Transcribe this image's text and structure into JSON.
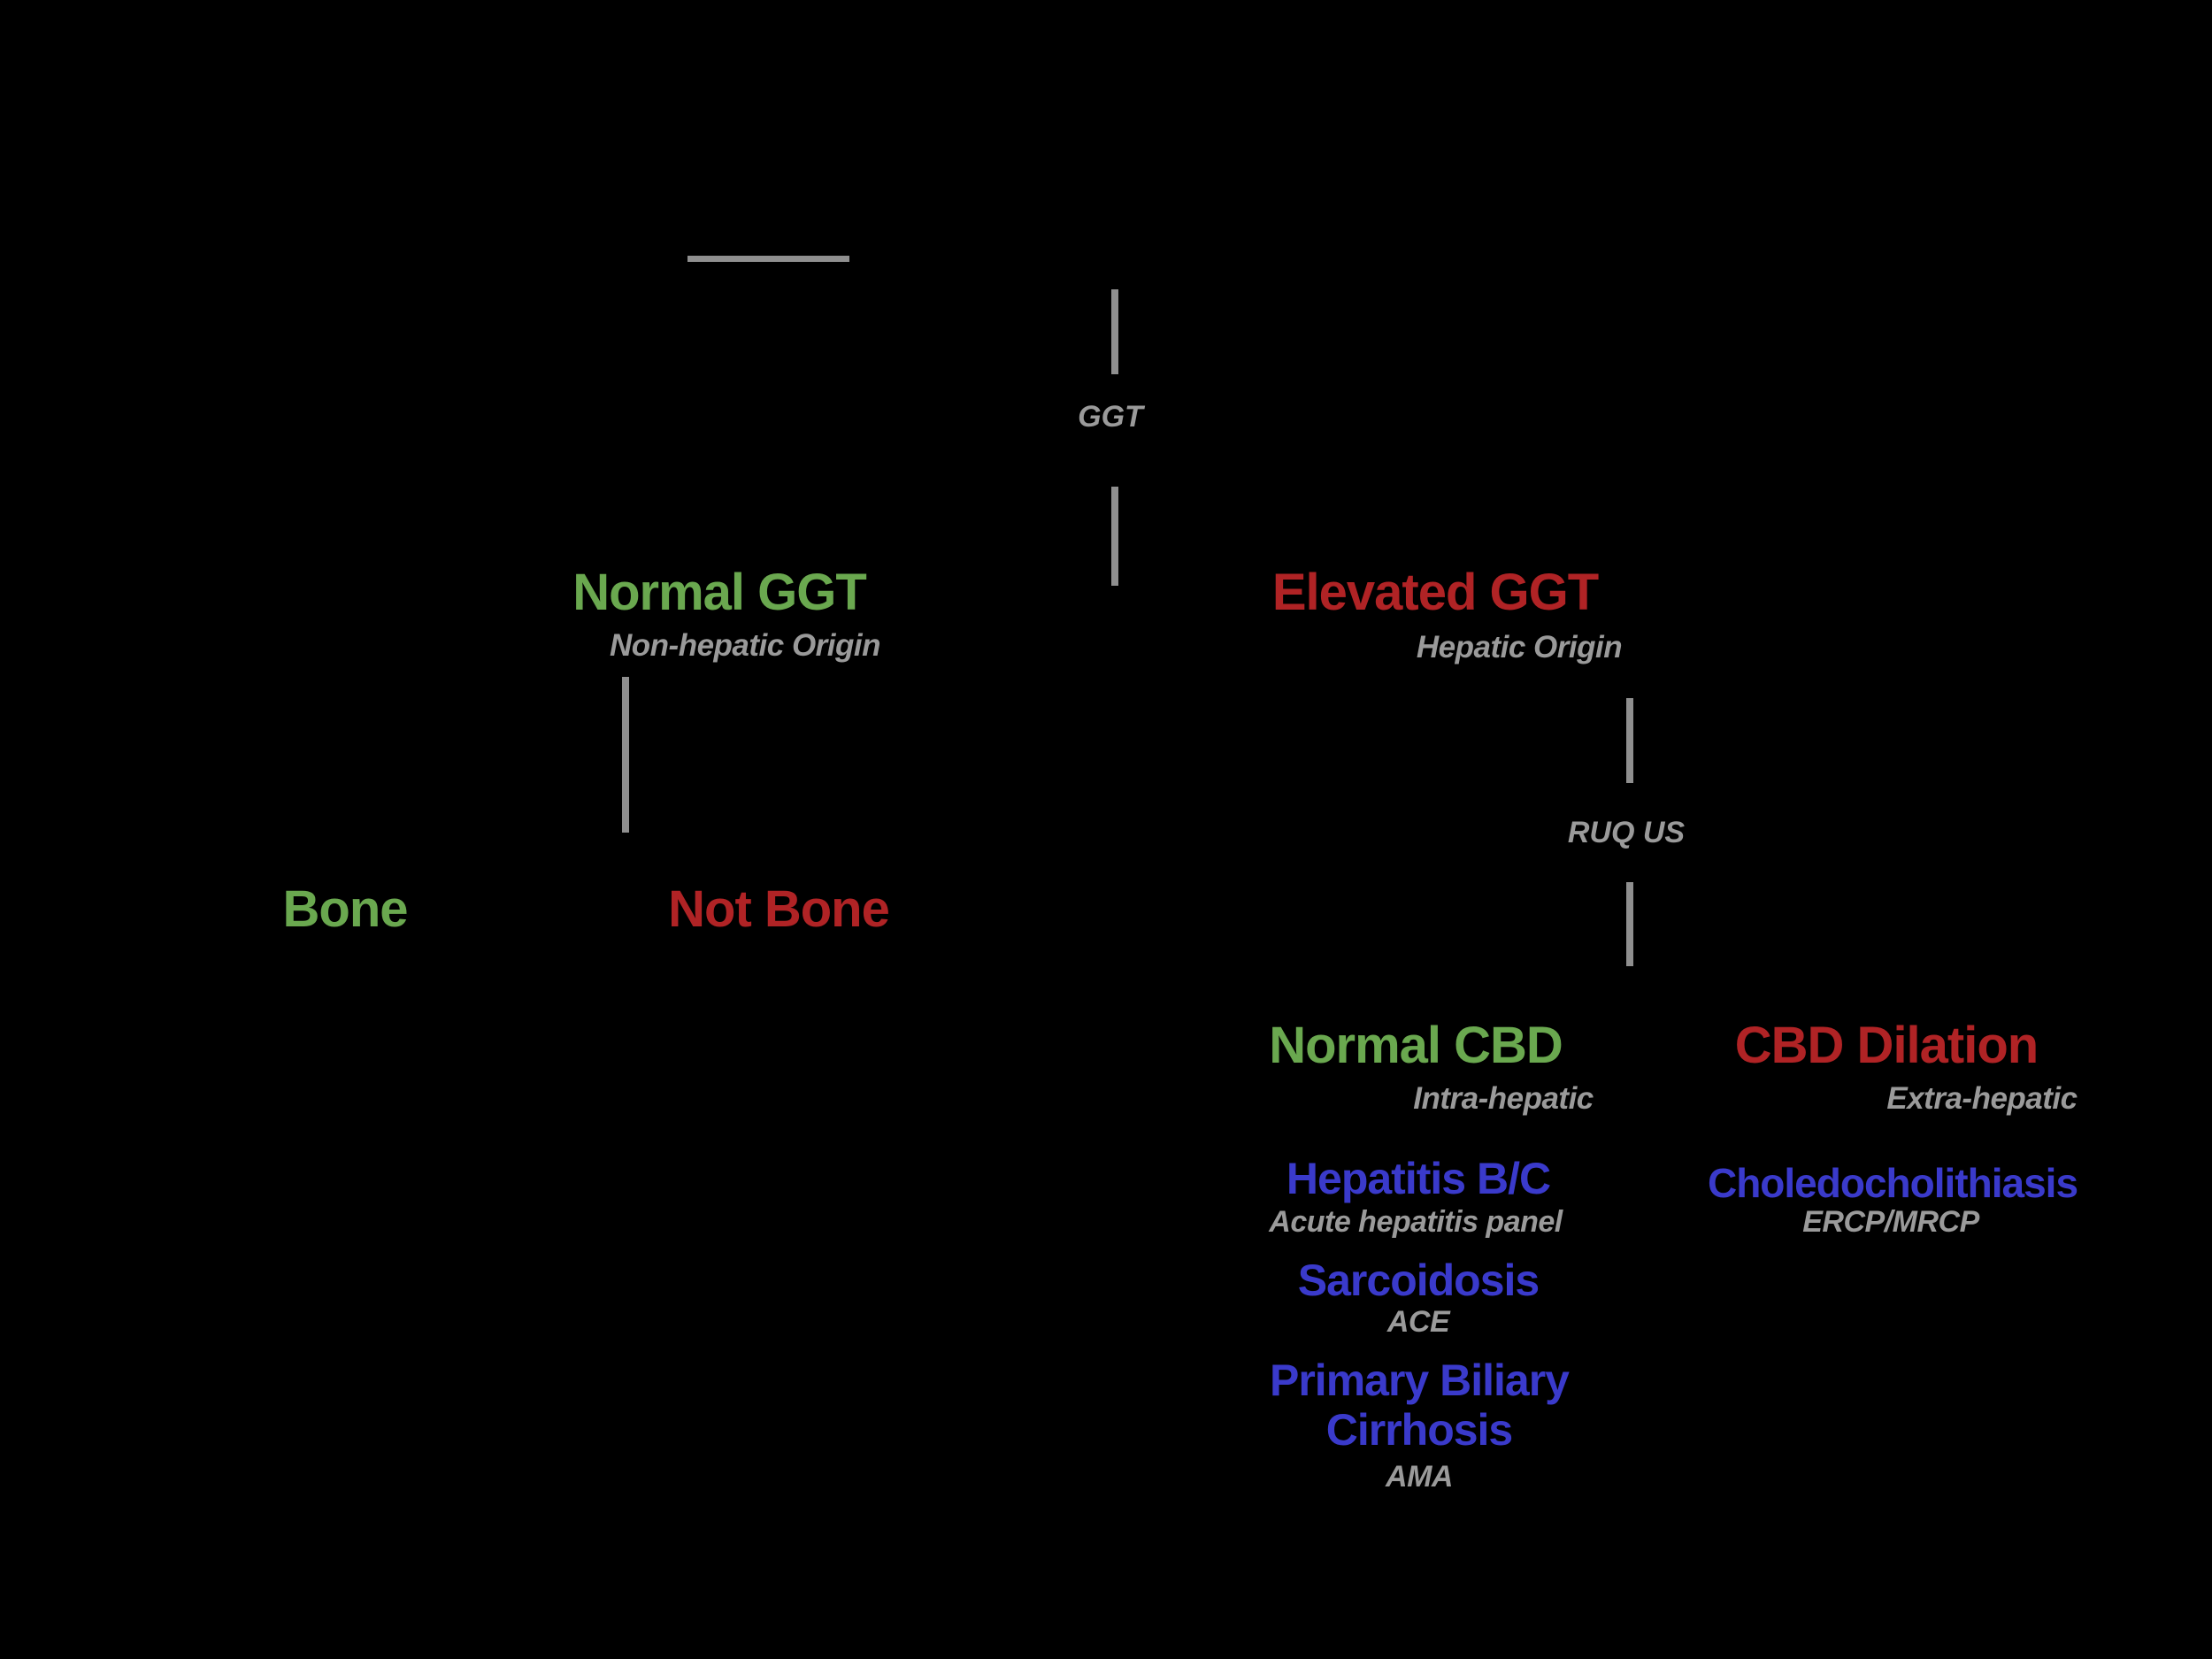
{
  "colors": {
    "green": "#6aa84f",
    "red": "#b02325",
    "gray": "#9a9a9a",
    "blue": "#3a3acb",
    "line": "#8f8f8f"
  },
  "diagram": {
    "ggt_branch_label": "GGT",
    "ruq_branch_label": "RUQ US",
    "normal_ggt": {
      "title": "Normal GGT",
      "subtitle": "Non-hepatic Origin"
    },
    "elevated_ggt": {
      "title": "Elevated GGT",
      "subtitle": "Hepatic Origin"
    },
    "bone_label": "Bone",
    "not_bone_label": "Not Bone",
    "normal_cbd": {
      "title": "Normal CBD",
      "subtitle": "Intra-hepatic"
    },
    "cbd_dilation": {
      "title": "CBD Dilation",
      "subtitle": "Extra-hepatic"
    },
    "intra_hepatic_items": [
      {
        "diagnosis": "Hepatitis B/C",
        "test": "Acute hepatitis panel"
      },
      {
        "diagnosis": "Sarcoidosis",
        "test": "ACE"
      },
      {
        "diagnosis": "Primary Biliary Cirrhosis",
        "test": "AMA"
      }
    ],
    "extra_hepatic_items": [
      {
        "diagnosis": "Choledocholithiasis",
        "test": "ERCP/MRCP"
      }
    ]
  }
}
